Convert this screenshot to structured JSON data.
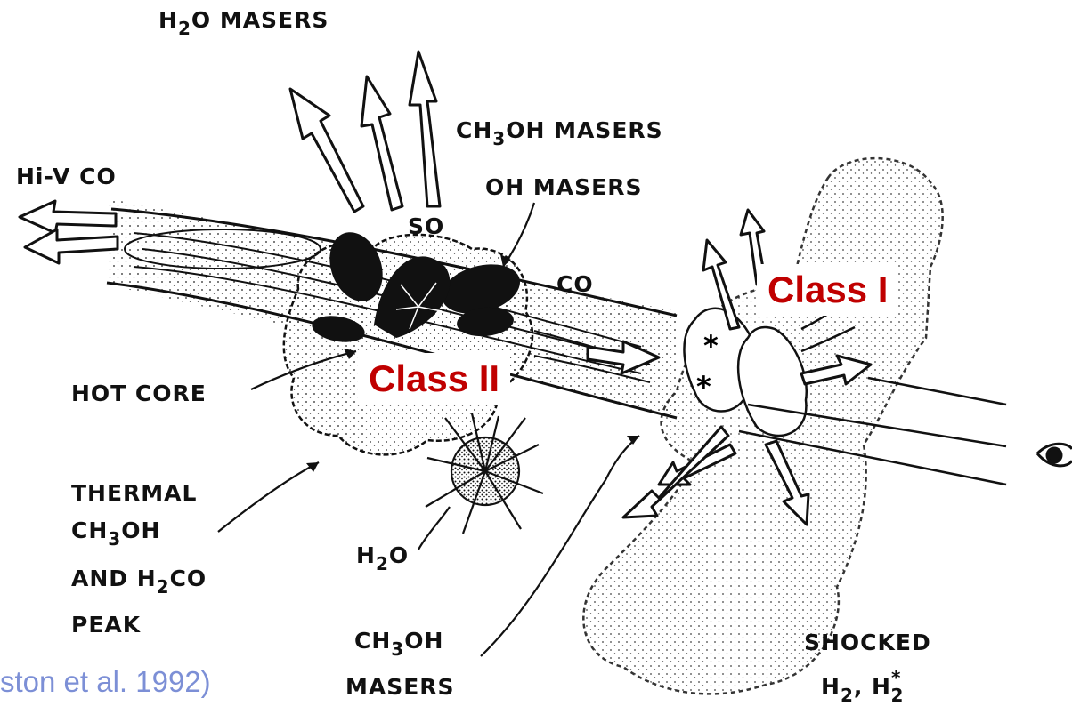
{
  "labels": {
    "h2o_masers": {
      "a": "H",
      "sub": "2",
      "b": "O MASERS"
    },
    "ch3oh_masers_top": {
      "a": "CH",
      "sub": "3",
      "b": "OH MASERS"
    },
    "hiv_co": "Hi-V CO",
    "oh_masers": "OH MASERS",
    "so": "SO",
    "co": "CO",
    "hot_core": "HOT CORE",
    "thermal": {
      "line1": "THERMAL",
      "line2": {
        "a": "CH",
        "sub": "3",
        "b": "OH"
      },
      "line3": {
        "a": "AND H",
        "sub": "2",
        "b": "CO"
      },
      "line4": "PEAK"
    },
    "h2o": {
      "a": "H",
      "sub": "2",
      "b": "O"
    },
    "ch3oh_masers_bottom": {
      "line1": {
        "a": "CH",
        "sub": "3",
        "b": "OH"
      },
      "line2": "MASERS"
    },
    "shocked": {
      "line1": "SHOCKED",
      "line2": {
        "a": "H",
        "sub1": "2",
        "mid": ", H",
        "sup": "*",
        "sub2": "2"
      }
    }
  },
  "class_labels": {
    "class_i": "Class I",
    "class_ii": "Class II"
  },
  "citation": "ston et al. 1992)",
  "colors": {
    "class_label": "#c00000",
    "citation": "#7c8fd6",
    "ink": "#111111"
  }
}
